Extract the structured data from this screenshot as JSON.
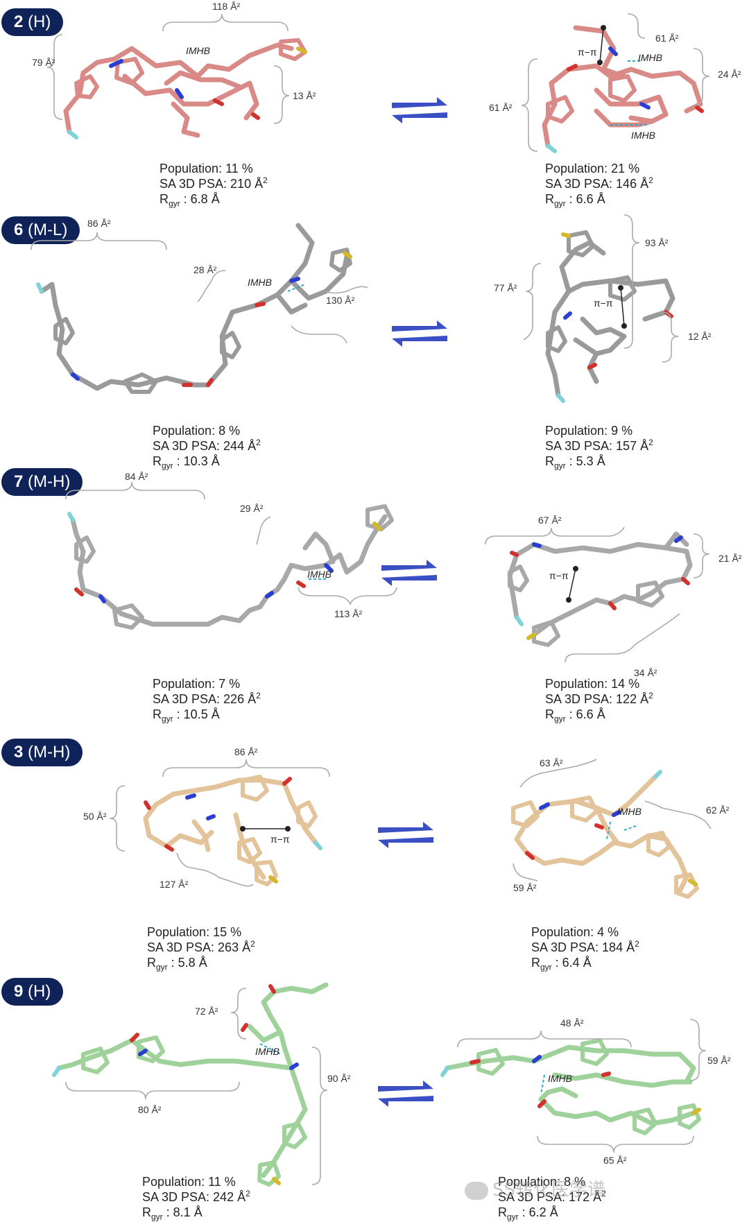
{
  "panels": [
    {
      "id": "2",
      "tag": "(H)",
      "left": {
        "population": "Population: 11 %",
        "psa_prefix": "SA 3D PSA: 210 Å",
        "psa_sup": "2",
        "rgyr_main": "R",
        "rgyr_sub": "gyr",
        "rgyr_value": " : 6.8 Å",
        "areas": [
          "118 Å²",
          "79 Å²",
          "13 Å²"
        ],
        "labels": [
          "IMHB"
        ]
      },
      "right": {
        "population": "Population: 21 %",
        "psa_prefix": "SA 3D PSA: 146 Å",
        "psa_sup": "2",
        "rgyr_main": "R",
        "rgyr_sub": "gyr",
        "rgyr_value": " : 6.6 Å",
        "areas": [
          "61 Å²",
          "24 Å²",
          "61 Å²"
        ],
        "labels": [
          "π−π",
          "IMHB",
          "IMHB"
        ]
      }
    },
    {
      "id": "6",
      "tag": "(M-L)",
      "left": {
        "population": "Population: 8 %",
        "psa_prefix": "SA 3D PSA: 244 Å",
        "psa_sup": "2",
        "rgyr_main": "R",
        "rgyr_sub": "gyr",
        "rgyr_value": " : 10.3 Å",
        "areas": [
          "86 Å²",
          "28 Å²",
          "130 Å²"
        ],
        "labels": [
          "IMHB"
        ]
      },
      "right": {
        "population": "Population: 9 %",
        "psa_prefix": "SA 3D PSA: 157 Å",
        "psa_sup": "2",
        "rgyr_main": "R",
        "rgyr_sub": "gyr",
        "rgyr_value": " : 5.3 Å",
        "areas": [
          "93 Å²",
          "77 Å²",
          "12 Å²"
        ],
        "labels": [
          "π−π"
        ]
      }
    },
    {
      "id": "7",
      "tag": "(M-H)",
      "left": {
        "population": "Population: 7 %",
        "psa_prefix": "SA 3D PSA: 226 Å",
        "psa_sup": "2",
        "rgyr_main": "R",
        "rgyr_sub": "gyr",
        "rgyr_value": " : 10.5 Å",
        "areas": [
          "84 Å²",
          "29 Å²",
          "113 Å²"
        ],
        "labels": [
          "IMHB"
        ]
      },
      "right": {
        "population": "Population: 14 %",
        "psa_prefix": "SA 3D PSA: 122 Å",
        "psa_sup": "2",
        "rgyr_main": "R",
        "rgyr_sub": "gyr",
        "rgyr_value": " : 6.6 Å",
        "areas": [
          "67 Å²",
          "21 Å²",
          "34 Å²"
        ],
        "labels": [
          "π−π"
        ]
      }
    },
    {
      "id": "3",
      "tag": "(M-H)",
      "left": {
        "population": "Population: 15 %",
        "psa_prefix": "SA 3D PSA: 263 Å",
        "psa_sup": "2",
        "rgyr_main": "R",
        "rgyr_sub": "gyr",
        "rgyr_value": " : 5.8 Å",
        "areas": [
          "86 Å²",
          "50 Å²",
          "127 Å²"
        ],
        "labels": [
          "π−π"
        ]
      },
      "right": {
        "population": "Population: 4 %",
        "psa_prefix": "SA 3D PSA: 184 Å",
        "psa_sup": "2",
        "rgyr_main": "R",
        "rgyr_sub": "gyr",
        "rgyr_value": " : 6.4 Å",
        "areas": [
          "63 Å²",
          "62 Å²",
          "59 Å²"
        ],
        "labels": [
          "IMHB"
        ]
      }
    },
    {
      "id": "9",
      "tag": "(H)",
      "left": {
        "population": "Population: 11 %",
        "psa_prefix": "SA 3D PSA: 242 Å",
        "psa_sup": "2",
        "rgyr_main": "R",
        "rgyr_sub": "gyr",
        "rgyr_value": " : 8.1 Å",
        "areas": [
          "72 Å²",
          "80 Å²",
          "90 Å²"
        ],
        "labels": [
          "IMHB"
        ]
      },
      "right": {
        "population": "Population: 8 %",
        "psa_prefix": "SA 3D PSA: 172 Å",
        "psa_sup": "2",
        "rgyr_main": "R",
        "rgyr_sub": "gyr",
        "rgyr_value": " : 6.2 Å",
        "areas": [
          "48 Å²",
          "59 Å²",
          "65 Å²"
        ],
        "labels": [
          "IMHB"
        ]
      }
    }
  ],
  "colors": {
    "badge": "#0f2358",
    "arrow": "#3a4fc4",
    "panel_2": "#d98a86",
    "panel_6": "#9a9a9a",
    "panel_7": "#a8a8a8",
    "panel_3": "#e3c39a",
    "panel_9": "#9fd19a",
    "oxygen": "#d2322d",
    "nitrogen": "#2a3fd1",
    "fluorine": "#7fd3d8",
    "sulfur": "#d4b82a",
    "hbond": "#2aa9c9"
  },
  "watermark": "SS转化医学谱"
}
